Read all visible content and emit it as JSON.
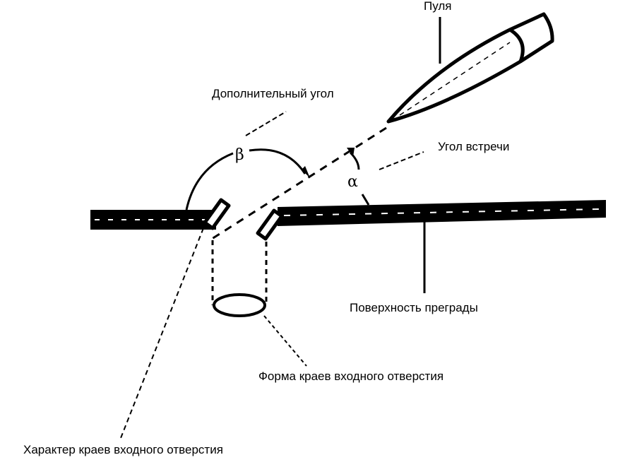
{
  "labels": {
    "bullet": "Пуля",
    "additional_angle": "Дополнительный угол",
    "meeting_angle": "Угол встречи",
    "obstacle_surface": "Поверхность преграды",
    "entry_edge_shape": "Форма краев входного отверстия",
    "entry_edge_character": "Характер краев входного отверстия"
  },
  "symbols": {
    "beta": "β",
    "alpha": "α"
  },
  "colors": {
    "ink": "#000000",
    "background": "#ffffff"
  }
}
